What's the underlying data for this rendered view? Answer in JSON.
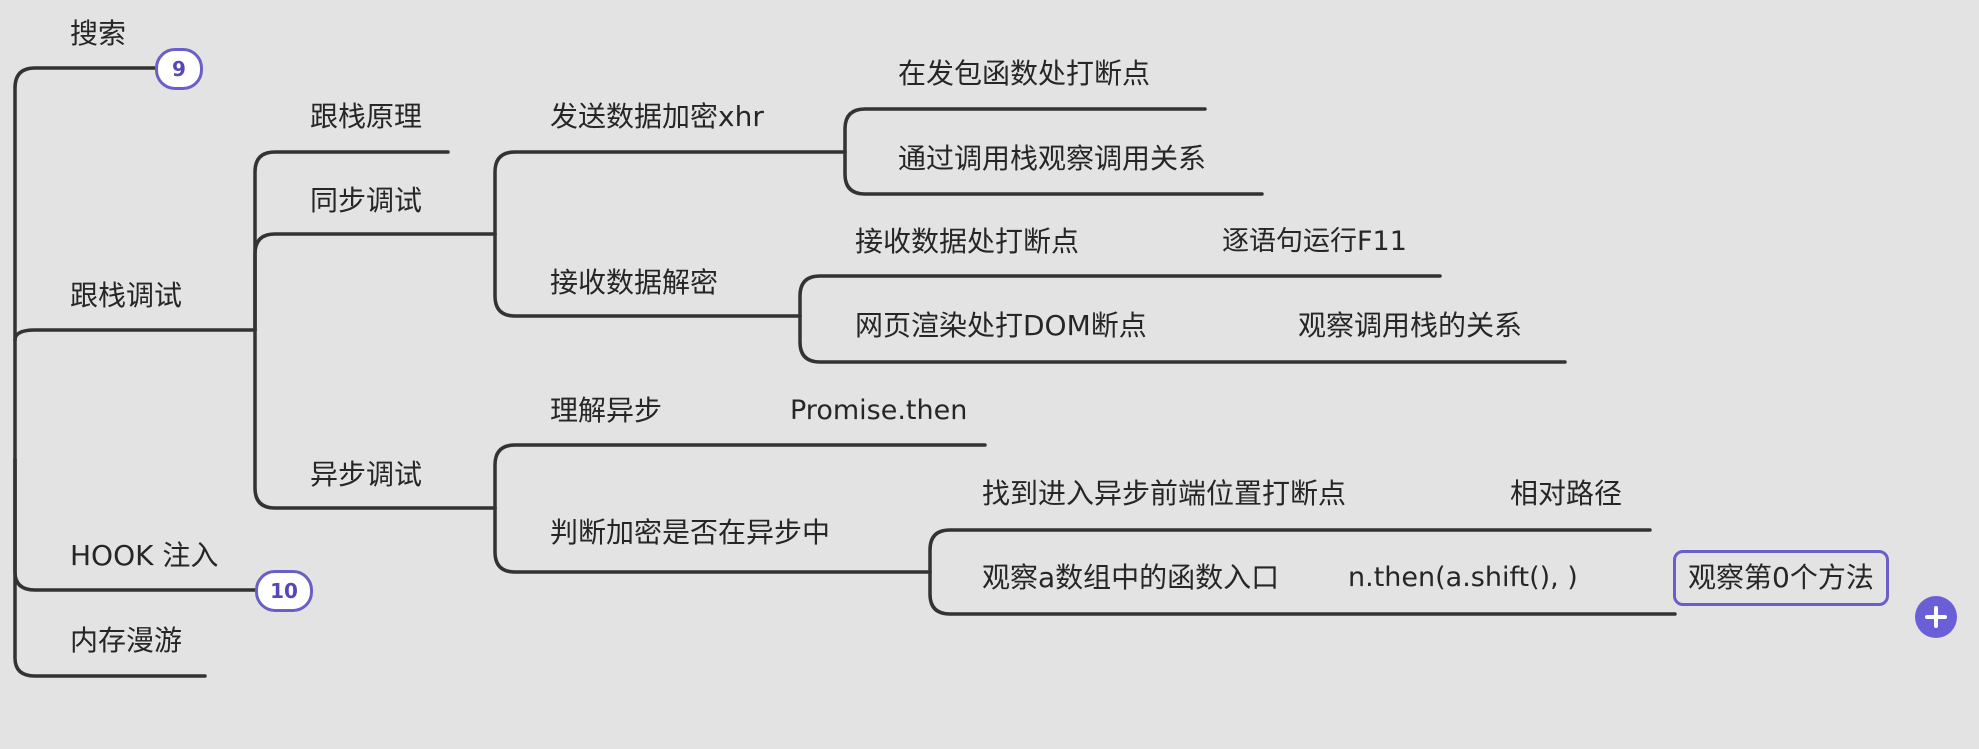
{
  "mindmap": {
    "nodes": {
      "search": "搜索",
      "stack_debug": "跟栈调试",
      "stack_principle": "跟栈原理",
      "sync_debug": "同步调试",
      "send_encrypt": "发送数据加密xhr",
      "breakpoint_send": "在发包函数处打断点",
      "observe_call_stack": "通过调用栈观察调用关系",
      "receive_decrypt": "接收数据解密",
      "breakpoint_receive": "接收数据处打断点",
      "step_run": "逐语句运行F11",
      "dom_breakpoint": "网页渲染处打DOM断点",
      "stack_relation": "观察调用栈的关系",
      "async_debug": "异步调试",
      "understand_async": "理解异步",
      "promise_then": "Promise.then",
      "judge_async": "判断加密是否在异步中",
      "find_async_entry": "找到进入异步前端位置打断点",
      "relative_path": "相对路径",
      "observe_array_entry": "观察a数组中的函数入口",
      "then_shift": "n.then(a.shift(), )",
      "observe_method_0": "观察第0个方法",
      "hook_inject": "HOOK 注入",
      "memory_roaming": "内存漫游"
    },
    "badges": {
      "search_count": "9",
      "hook_count": "10"
    },
    "colors": {
      "line": "#333333",
      "accent": "#6a5fc9",
      "background": "#e3e3e3"
    }
  }
}
